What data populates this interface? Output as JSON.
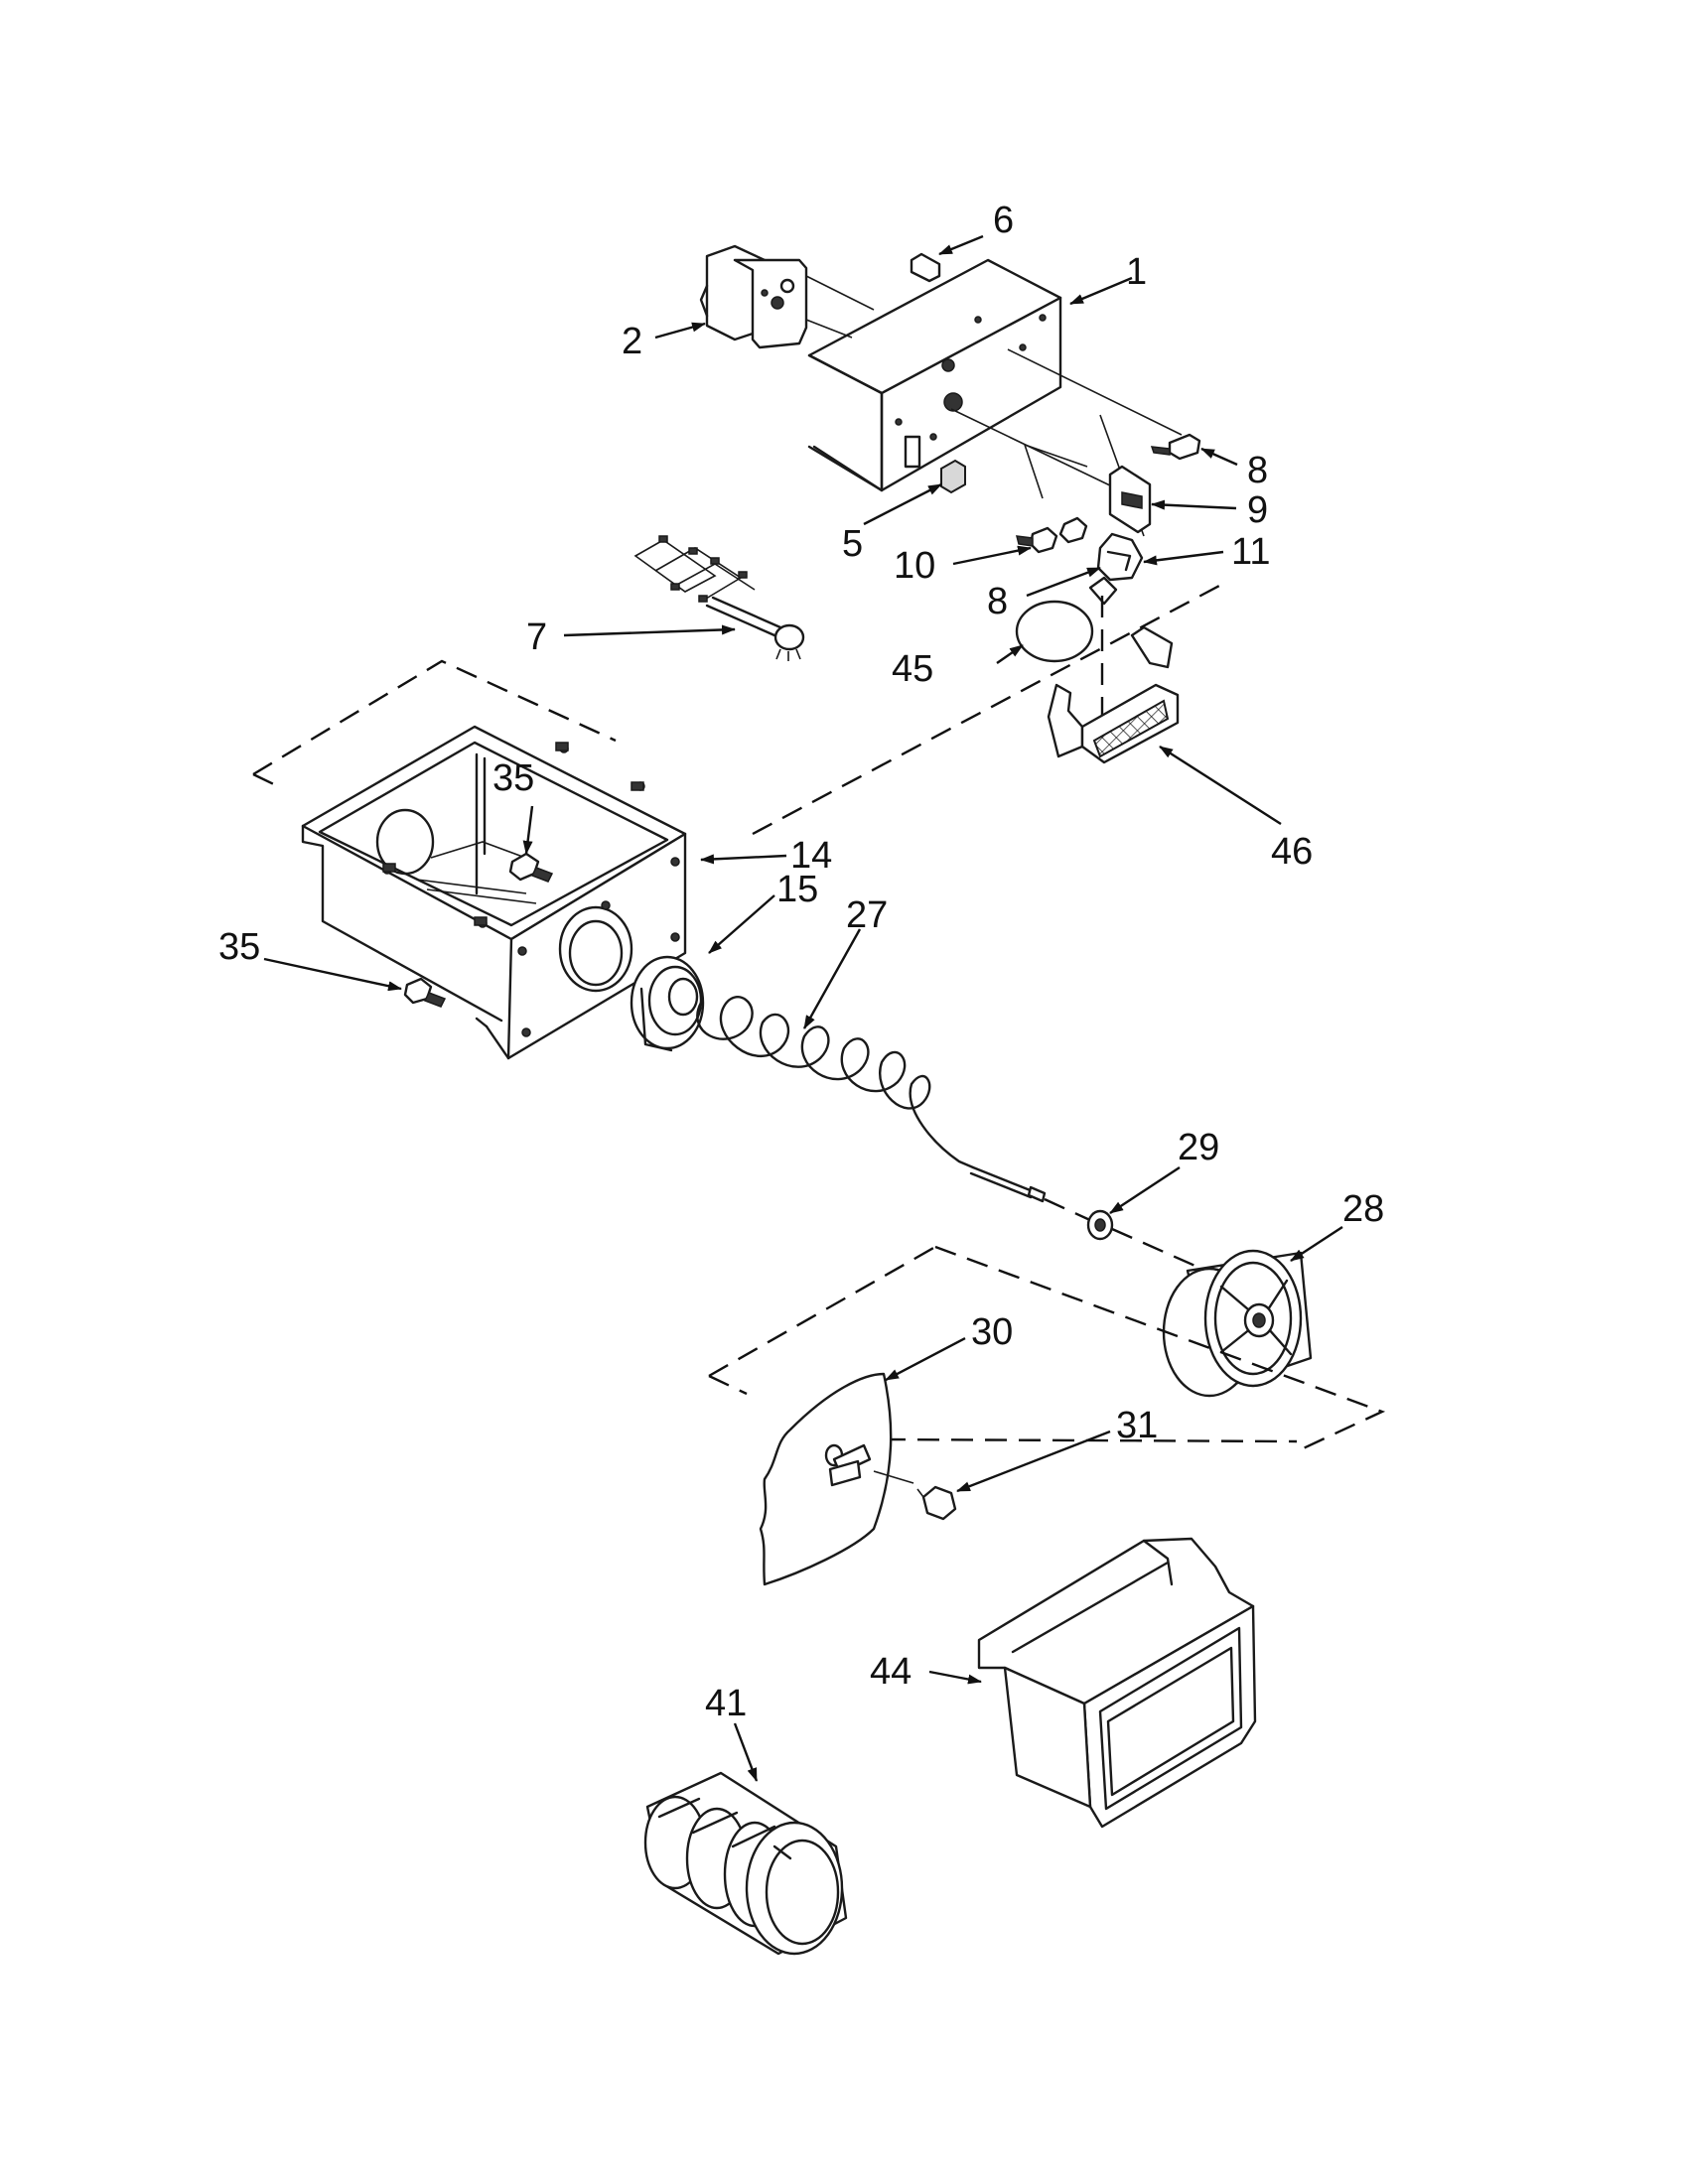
{
  "callouts": {
    "c1": "1",
    "c2": "2",
    "c5": "5",
    "c6": "6",
    "c7": "7",
    "c8a": "8",
    "c8b": "8",
    "c9": "9",
    "c10": "10",
    "c11": "11",
    "c14": "14",
    "c15": "15",
    "c27": "27",
    "c28": "28",
    "c29": "29",
    "c30": "30",
    "c31": "31",
    "c35a": "35",
    "c35b": "35",
    "c41": "41",
    "c44": "44",
    "c45": "45",
    "c46": "46"
  },
  "colors": {
    "ink": "#111111",
    "paper": "#ffffff"
  }
}
